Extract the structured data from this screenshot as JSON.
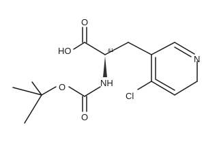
{
  "structure": {
    "labels": {
      "oxygen_carbonyl_acid": "O",
      "hydroxyl": "HO",
      "stereo_flag": "&1",
      "nitrogen_amide": "NH",
      "oxygen_ester": "O",
      "oxygen_carbonyl_carbamate": "O",
      "nitrogen_pyridine": "N",
      "chlorine": "Cl"
    }
  }
}
